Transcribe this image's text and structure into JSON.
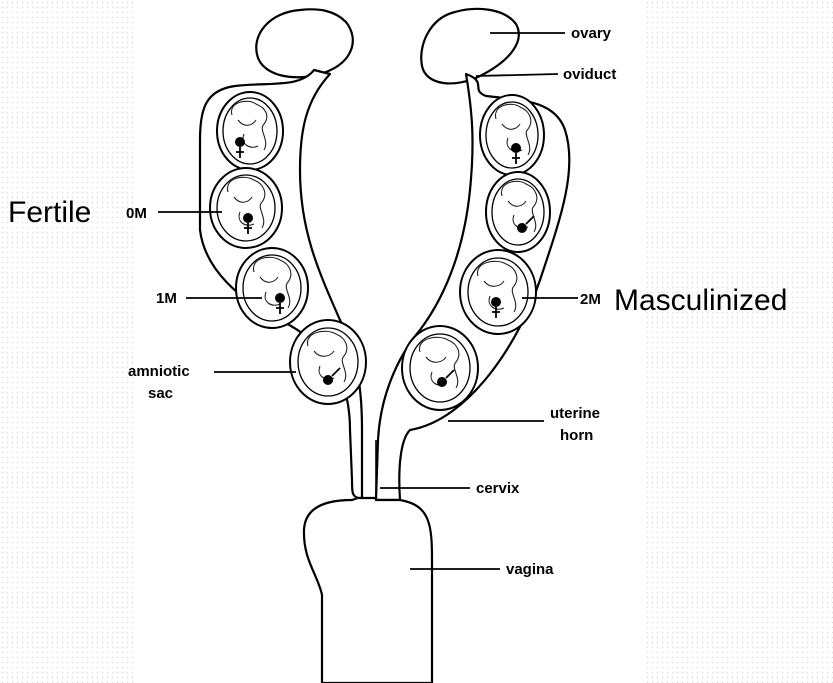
{
  "labels": {
    "ovary": "ovary",
    "oviduct": "oviduct",
    "fertile": "Fertile",
    "zero_m": "0M",
    "one_m": "1M",
    "two_m": "2M",
    "masculinized": "Masculinized",
    "amniotic": "amniotic",
    "sac": "sac",
    "uterine": "uterine",
    "horn": "horn",
    "cervix": "cervix",
    "vagina": "vagina"
  }
}
